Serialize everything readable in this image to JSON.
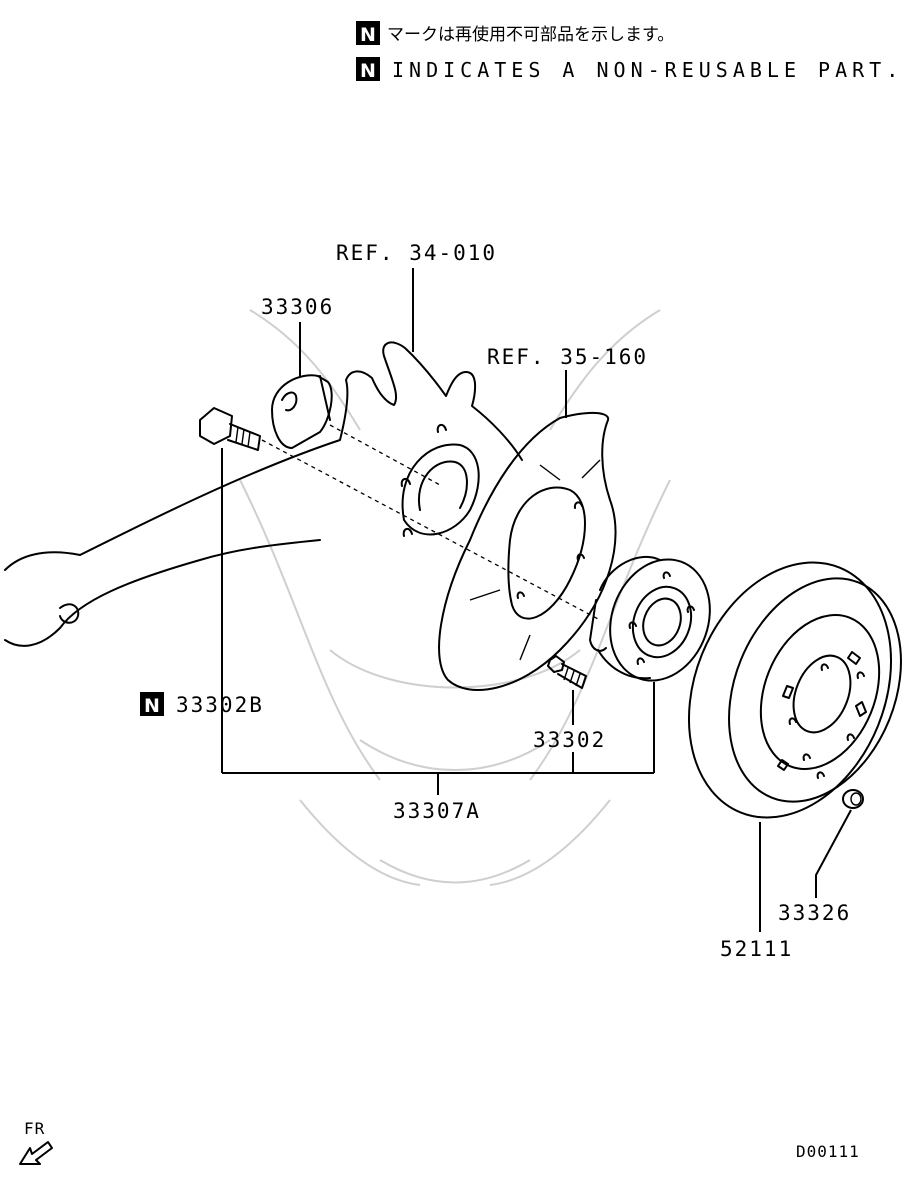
{
  "legend": {
    "badge": "N",
    "japanese_note": "マークは再使用不可部品を示します。",
    "english_note": "INDICATES A NON-REUSABLE PART."
  },
  "callouts": {
    "ref_knuckle": "REF. 34-010",
    "ref_dust_shield": "REF. 35-160",
    "cap": "33306",
    "bolt_nonreusable": "33302B",
    "hub_bolt": "33302",
    "hub_assembly": "33307A",
    "nut": "33326",
    "rotor": "52111"
  },
  "footer": {
    "direction": "FR",
    "drawing_code": "D00111"
  }
}
